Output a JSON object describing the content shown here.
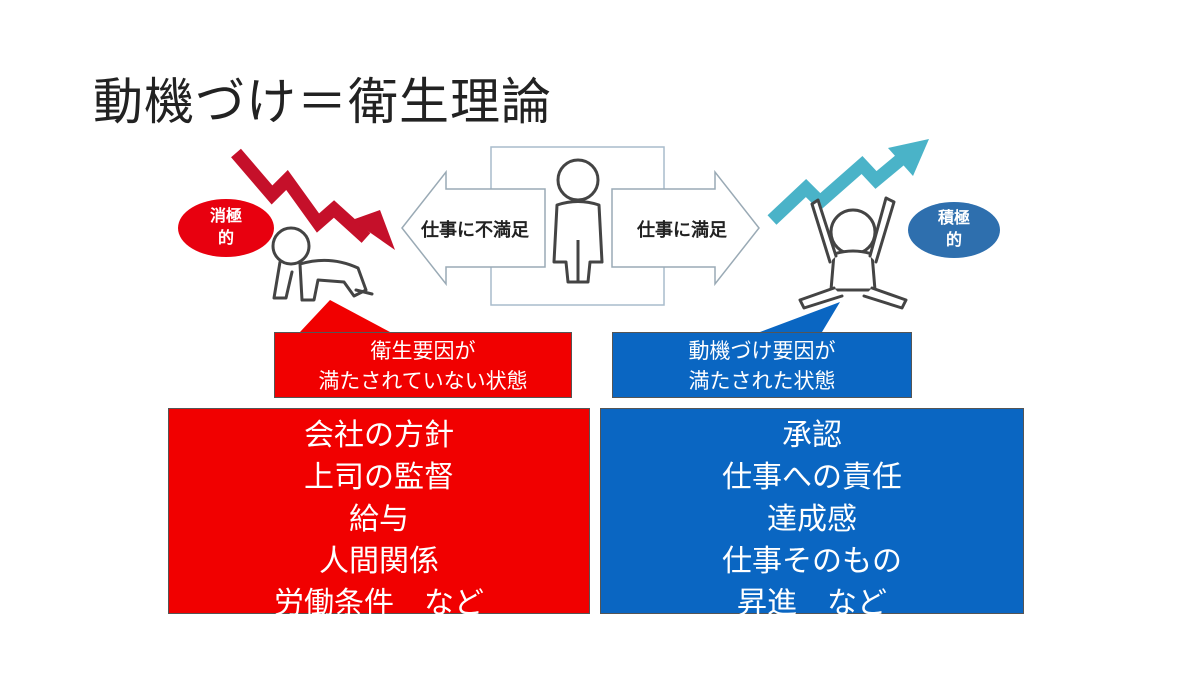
{
  "slide": {
    "title": "動機づけ＝衛生理論"
  },
  "diagram": {
    "left_badge": {
      "line1": "消極",
      "line2": "的",
      "color": "#e8000f"
    },
    "right_badge": {
      "line1": "積極",
      "line2": "的",
      "color": "#2e6fae"
    },
    "left_arrow_label": "仕事に不満足",
    "right_arrow_label": "仕事に満足",
    "down_trend_color": "#c5102a",
    "up_trend_color": "#4ab3c8"
  },
  "left_callout": {
    "line1": "衛生要因が",
    "line2": "満たされていない状態",
    "color": "#f10000"
  },
  "right_callout": {
    "line1": "動機づけ要因が",
    "line2": "満たされた状態",
    "color": "#0a66c2"
  },
  "hygiene_factors": [
    "会社の方針",
    "上司の監督",
    "給与",
    "人間関係",
    "労働条件　など"
  ],
  "motivation_factors": [
    "承認",
    "仕事への責任",
    "達成感",
    "仕事そのもの",
    "昇進　など"
  ]
}
